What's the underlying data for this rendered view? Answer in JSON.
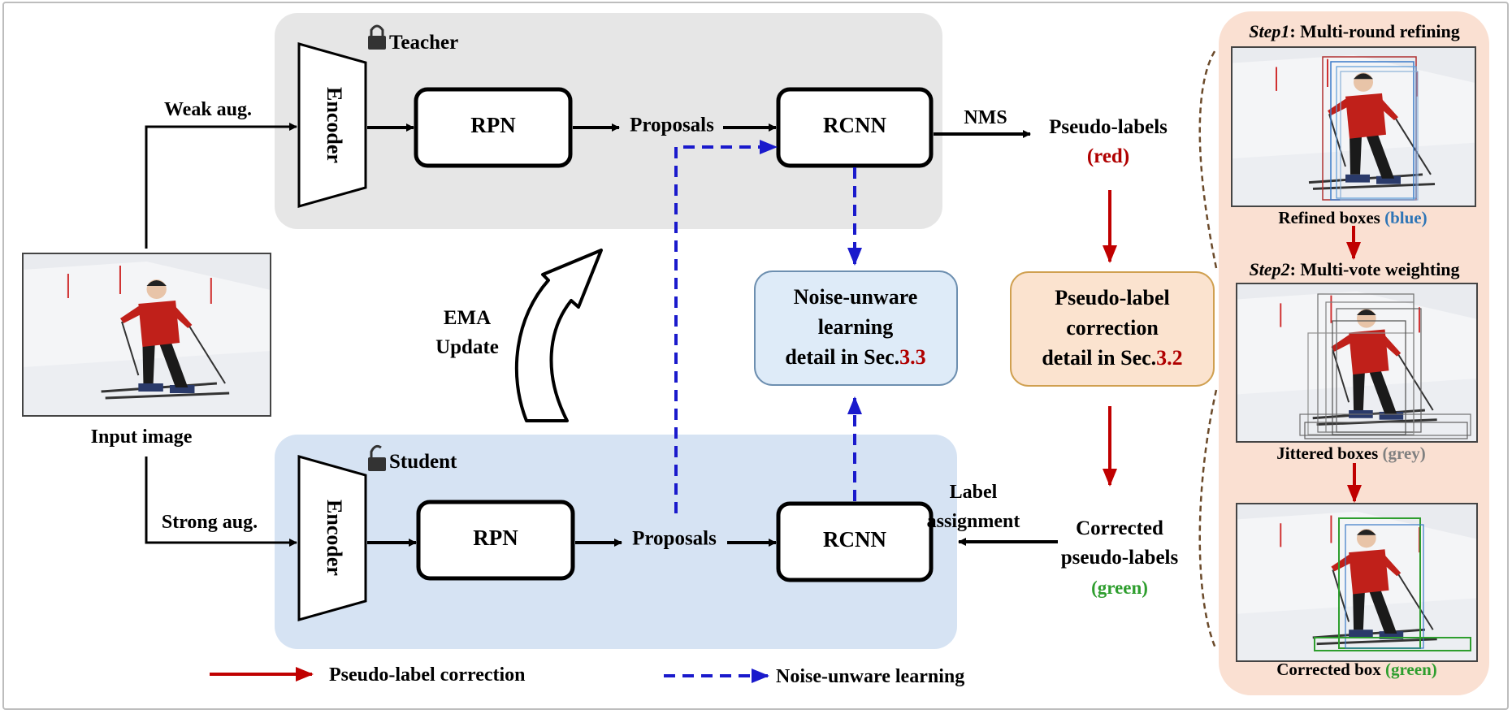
{
  "colors": {
    "teacher_panel": "#e6e6e6",
    "student_panel": "#d6e3f3",
    "noise_box": "#deebf8",
    "correction_box": "#fbe3cf",
    "right_panel": "#fae0d2",
    "red_arrow": "#c00000",
    "blue_arrow": "#1a1acc",
    "red_text": "#b00000",
    "blue_text": "#2e75b6",
    "green_text": "#2e9e2e",
    "grey_text": "#808080"
  },
  "teacher": {
    "title": "Teacher",
    "encoder": "Encoder",
    "rpn": "RPN",
    "proposals": "Proposals",
    "rcnn": "RCNN",
    "nms": "NMS",
    "pseudo_labels": "Pseudo-labels",
    "pseudo_labels_color": "(red)"
  },
  "student": {
    "title": "Student",
    "encoder": "Encoder",
    "rpn": "RPN",
    "proposals": "Proposals",
    "rcnn": "RCNN"
  },
  "input": {
    "caption": "Input image",
    "weak_aug": "Weak aug.",
    "strong_aug": "Strong aug."
  },
  "ema": {
    "line1": "EMA",
    "line2": "Update"
  },
  "noise_box": {
    "line1": "Noise-unware",
    "line2": "learning",
    "line3_prefix": "detail in Sec.",
    "line3_ref": "3.3"
  },
  "correction_box": {
    "line1": "Pseudo-label",
    "line2": "correction",
    "line3_prefix": "detail in Sec.",
    "line3_ref": "3.2"
  },
  "label_assignment": {
    "line1": "Label",
    "line2": "assignment"
  },
  "corrected": {
    "line1": "Corrected",
    "line2": "pseudo-labels",
    "line3": "(green)"
  },
  "right_panel": {
    "step1_label": "Step1",
    "step1_text": ": Multi-round refining",
    "refined_caption": "Refined boxes ",
    "refined_color": "(blue)",
    "step2_label": "Step2",
    "step2_text": ": Multi-vote weighting",
    "jittered_caption": "Jittered boxes ",
    "jittered_color": "(grey)",
    "corrected_caption": "Corrected box ",
    "corrected_color": "(green)"
  },
  "legend": {
    "red_label": "Pseudo-label correction",
    "blue_label": "Noise-unware learning"
  }
}
